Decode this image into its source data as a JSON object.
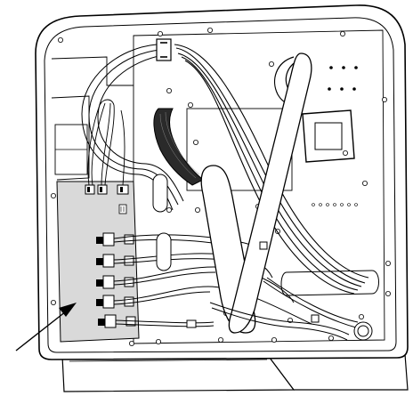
{
  "figure": {
    "subject": "computer-case-interior-cable-routing",
    "highlight_region": "drive-bay-connector-panel",
    "colors": {
      "line": "#000000",
      "paper": "#ffffff",
      "panel_shade": "#d9d9d9",
      "cable_fill": "#ffffff",
      "ribbon_dark": "#2a2a2a"
    },
    "sata_connector_count": 5
  }
}
